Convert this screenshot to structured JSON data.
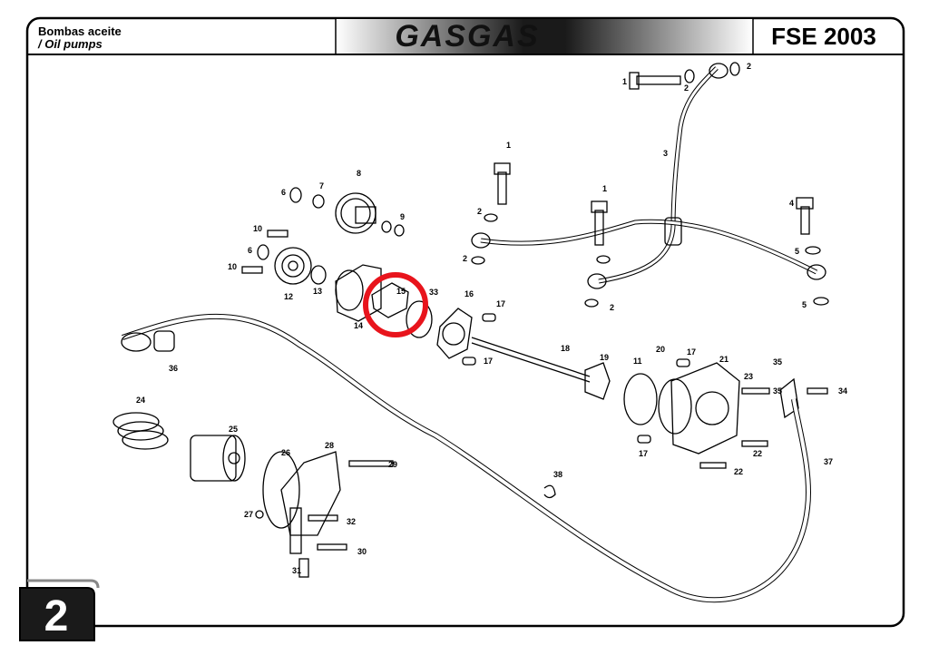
{
  "header": {
    "title_es": "Bombas aceite",
    "title_en": "/ Oil pumps",
    "brand": "GASGAS",
    "model": "FSE 2003"
  },
  "page_number": "2",
  "callouts": [
    "1",
    "2",
    "2",
    "3",
    "1",
    "2",
    "1",
    "2",
    "4",
    "5",
    "2",
    "5",
    "8",
    "6",
    "7",
    "9",
    "10",
    "6",
    "10",
    "12",
    "13",
    "14",
    "15",
    "33",
    "16",
    "17",
    "17",
    "18",
    "19",
    "11",
    "20",
    "17",
    "21",
    "35",
    "23",
    "34",
    "35",
    "36",
    "24",
    "25",
    "26",
    "28",
    "29",
    "27",
    "32",
    "30",
    "31",
    "38",
    "22",
    "17",
    "22",
    "37"
  ],
  "highlight": {
    "target": "15",
    "color": "#e8141c"
  }
}
